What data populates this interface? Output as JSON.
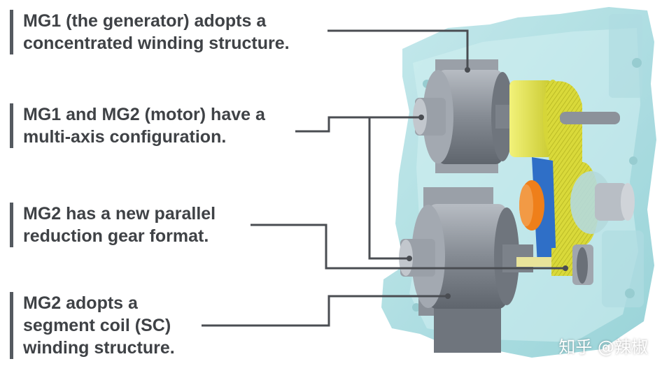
{
  "callouts": [
    "MG1 (the generator) adopts a\nconcentrated winding structure.",
    "MG1 and MG2 (motor) have a\nmulti-axis configuration.",
    "MG2 has a new parallel\nreduction gear format.",
    "MG2 adopts a\nsegment coil (SC)\nwinding structure."
  ],
  "watermark": "知乎 @辣椒",
  "colors": {
    "housing": "#9fd8dd",
    "motor_metal": "#8e949c",
    "gear_yellow": "#e2e245",
    "gear_blue": "#2f6fc7",
    "gear_orange": "#ef7f1a",
    "leader_line": "#4a4d52",
    "text": "#3f4246"
  }
}
